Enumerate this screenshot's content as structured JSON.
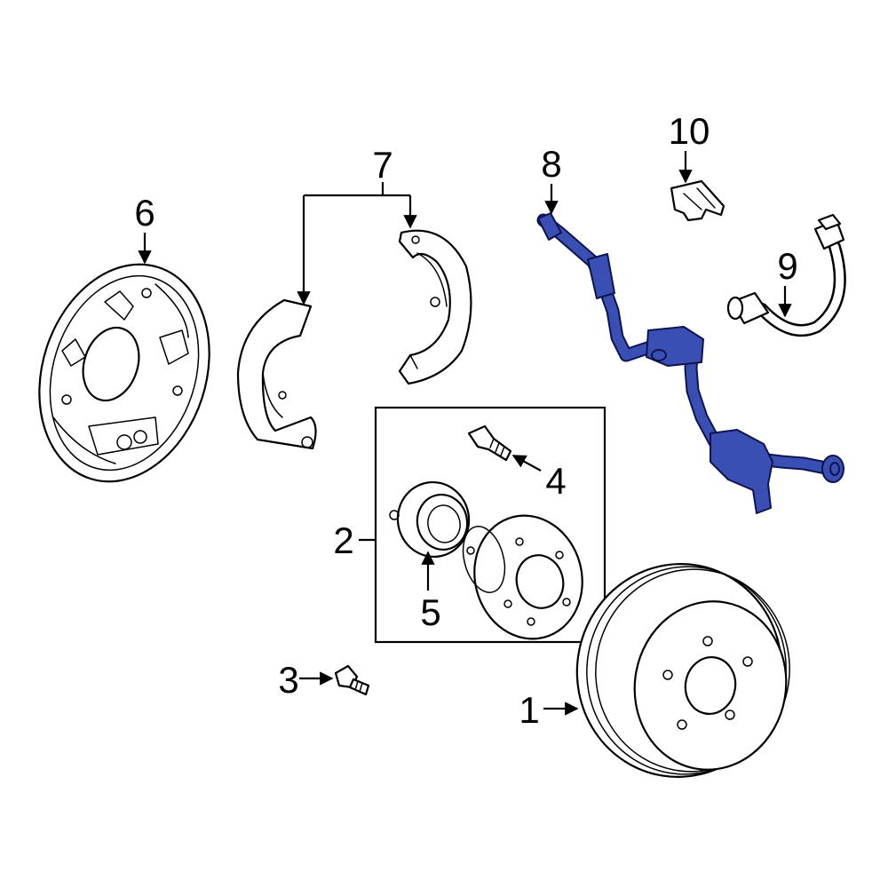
{
  "callouts": {
    "c1": "1",
    "c2": "2",
    "c3": "3",
    "c4": "4",
    "c5": "5",
    "c6": "6",
    "c7": "7",
    "c8": "8",
    "c9": "9",
    "c10": "10"
  },
  "colors": {
    "highlight": "#3a4fb3",
    "highlight_outline": "#0e1450",
    "line": "#000000",
    "background": "#ffffff"
  }
}
